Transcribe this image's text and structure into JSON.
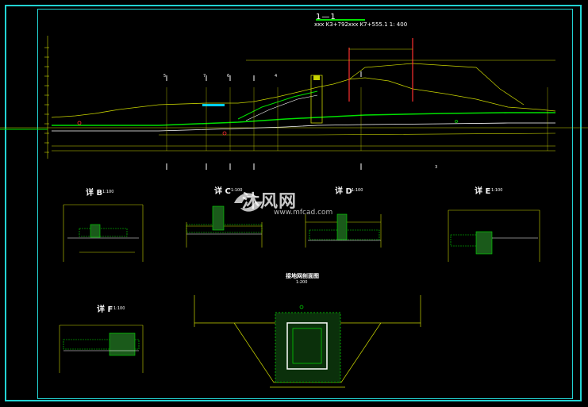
{
  "drawing": {
    "title": "1—1",
    "subtitle": "xxx  K3+792xxx  K7+555.1  1: 400",
    "section_title": "接地网剖面图",
    "section_scale": "1:200",
    "details": [
      {
        "title": "详 B",
        "scale": "1:100"
      },
      {
        "title": "详 C",
        "scale": "1:100"
      },
      {
        "title": "详 D",
        "scale": "1:100"
      },
      {
        "title": "详 E",
        "scale": "1:100"
      },
      {
        "title": "详 F",
        "scale": "1:100"
      }
    ],
    "markers": [
      "5",
      "7",
      "6",
      "4",
      "3"
    ]
  },
  "watermark": {
    "brand": "沐风网",
    "url": "www.mfcad.com"
  },
  "colors": {
    "frame": "#22d3d3",
    "line": "#c8d400",
    "accent": "#00e000",
    "red": "#ff3030",
    "cyan": "#00d0ff"
  }
}
